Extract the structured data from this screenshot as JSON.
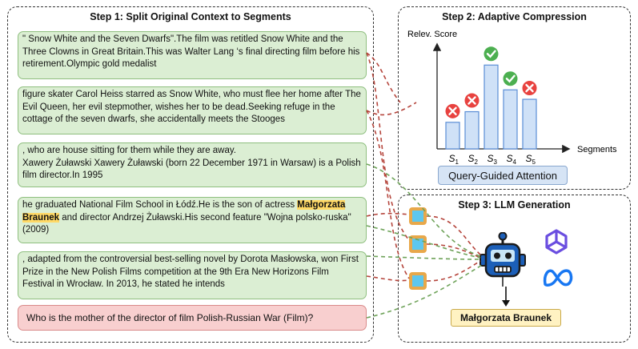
{
  "step1": {
    "title": "Step 1: Split Original Context to Segments",
    "segments": [
      "\" Snow White and the Seven Dwarfs\".The film was retitled Snow White and the Three Clowns in Great Britain.This was Walter Lang ‘s final directing film before his retirement.Olympic gold medalist",
      "figure skater Carol Heiss starred as Snow White, who must flee her home after The Evil Queen, her evil stepmother, wishes her to be dead.Seeking refuge in the cottage of the seven dwarfs, she accidentally meets the Stooges",
      ", who are house sitting for them while they are away.\nXawery Żuławski Xawery Żuławski (born 22 December 1971 in Warsaw) is a Polish film director.In 1995",
      {
        "before": " he graduated National Film School in Łódź.He is the son of actress ",
        "highlight": "Małgorzata Braunek",
        "after": " and director Andrzej Żuławski.His second feature \"Wojna polsko-ruska\" (2009)"
      },
      ", adapted from the controversial best-selling novel by Dorota Masłowska, won First Prize in the New Polish Films competition at the 9th Era New Horizons Film Festival in Wrocław. In 2013, he stated he intends"
    ],
    "question": "Who is the mother of the director of film Polish-Russian War (Film)?"
  },
  "step2": {
    "title": "Step 2: Adaptive Compression",
    "ylabel": "Relev. Score",
    "xlabel": "Segments",
    "query_guided": "Query-Guided Attention"
  },
  "step3": {
    "title": "Step 3: LLM Generation",
    "answer": "Małgorzata Braunek"
  },
  "chart_data": {
    "type": "bar",
    "categories": [
      "S1",
      "S2",
      "S3",
      "S4",
      "S5"
    ],
    "values": [
      0.45,
      0.63,
      1.42,
      1.0,
      0.84
    ],
    "selected": [
      false,
      false,
      true,
      true,
      false
    ],
    "ylim": [
      0,
      1.6
    ],
    "xlabel": "Segments",
    "ylabel": "Relev. Score",
    "colors": {
      "bar": "#cfe1f7",
      "bar_border": "#5b8ed6",
      "keep": "#4caf50",
      "drop": "#e8423f"
    }
  },
  "colors": {
    "segment_bg": "#dbeed3",
    "question_bg": "#f8cfcf",
    "token": "#e8a84a",
    "token_inner": "#5ec7ee",
    "robot": "#1c5fb8",
    "link_red": "#b5453c",
    "link_green": "#6fa35a"
  }
}
